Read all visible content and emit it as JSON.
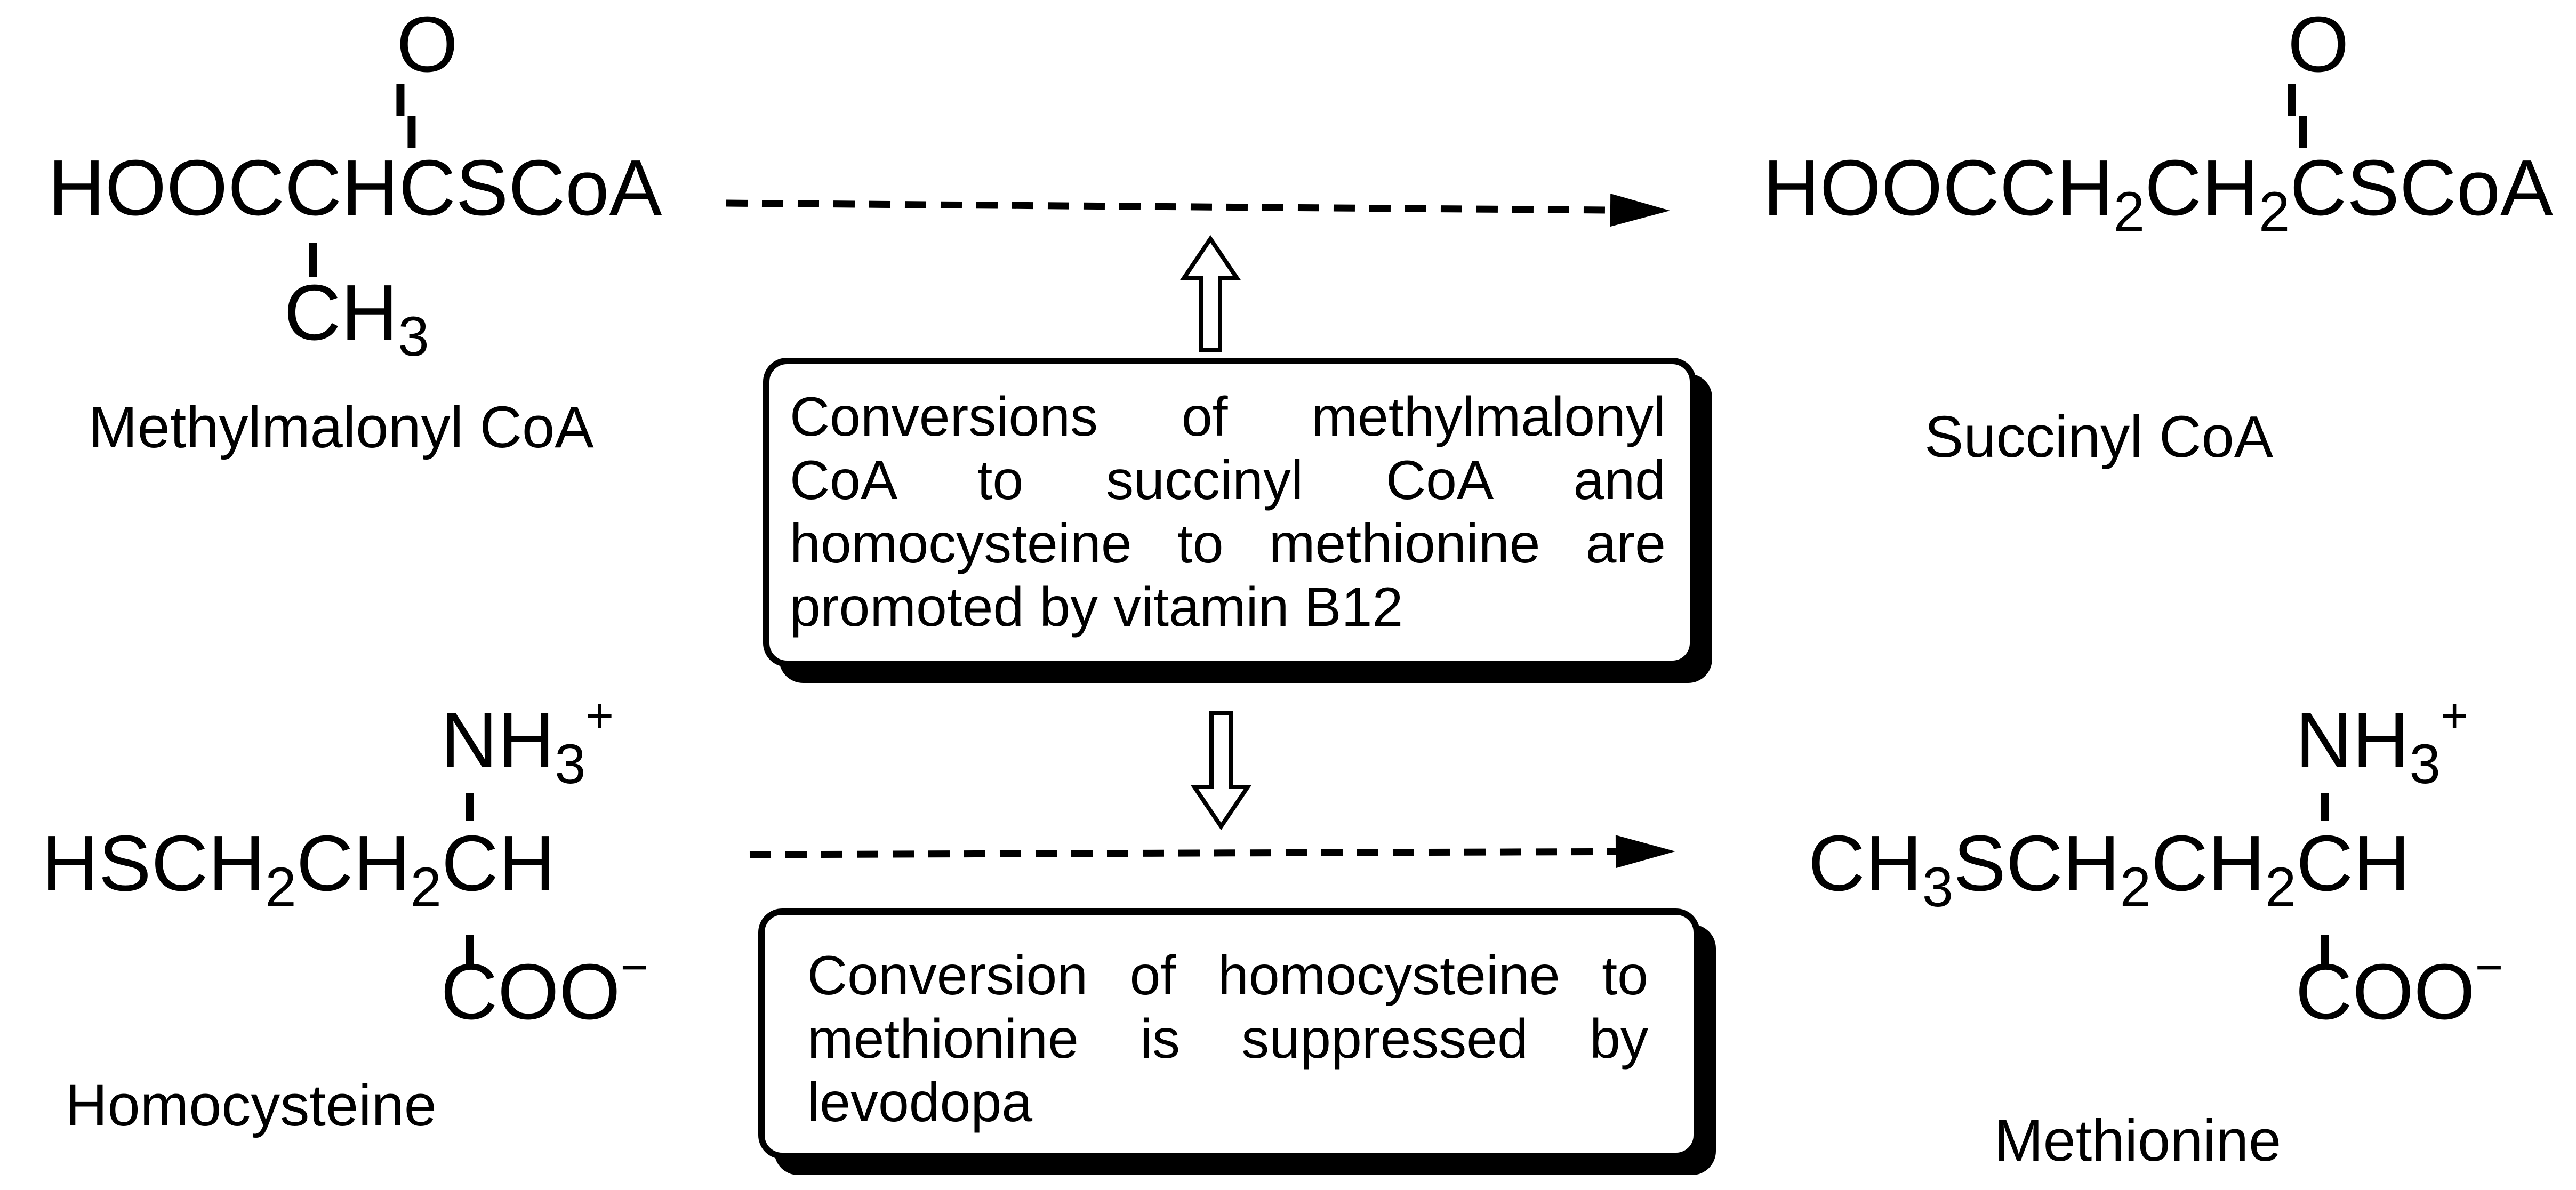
{
  "colors": {
    "background": "#ffffff",
    "ink": "#000000"
  },
  "structures": {
    "methylmalonyl": {
      "label": "Methylmalonyl CoA",
      "seg_pre": "HOOC",
      "seg_c_methyl": "C",
      "seg_mid": "H",
      "seg_c_carbonyl": "C",
      "seg_post": "SCoA",
      "oxygen": "O",
      "methyl_main": "CH",
      "methyl_sub": "3"
    },
    "succinyl": {
      "label": "Succinyl CoA",
      "seg_pre": "HOOCCH",
      "sub1": "2",
      "seg_mid": "CH",
      "sub2": "2",
      "seg_c_carbonyl": "C",
      "seg_post": "SCoA",
      "oxygen": "O"
    },
    "homocysteine": {
      "label": "Homocysteine",
      "seg_pre": "HSCH",
      "sub1": "2",
      "seg_mid": "CH",
      "sub2": "2",
      "seg_c_alpha": "C",
      "seg_post": "H",
      "amino_main": "NH",
      "amino_sub": "3",
      "amino_sup": "+",
      "carboxyl_main": "COO",
      "carboxyl_sup": "−"
    },
    "methionine": {
      "label": "Methionine",
      "seg_pre": "CH",
      "sub0": "3",
      "seg_mid1": "SCH",
      "sub1": "2",
      "seg_mid2": "CH",
      "sub2": "2",
      "seg_c_alpha": "C",
      "seg_post": "H",
      "amino_main": "NH",
      "amino_sub": "3",
      "amino_sup": "+",
      "carboxyl_main": "COO",
      "carboxyl_sup": "−"
    }
  },
  "notes": {
    "b12": {
      "lines": [
        "Conversions of methylmalonyl",
        "CoA to succinyl CoA and",
        "homocysteine to methionine are",
        "promoted by vitamin B12"
      ]
    },
    "levodopa": {
      "lines": [
        "Conversion of homocysteine to",
        "methionine is suppressed by",
        "levodopa"
      ]
    }
  }
}
